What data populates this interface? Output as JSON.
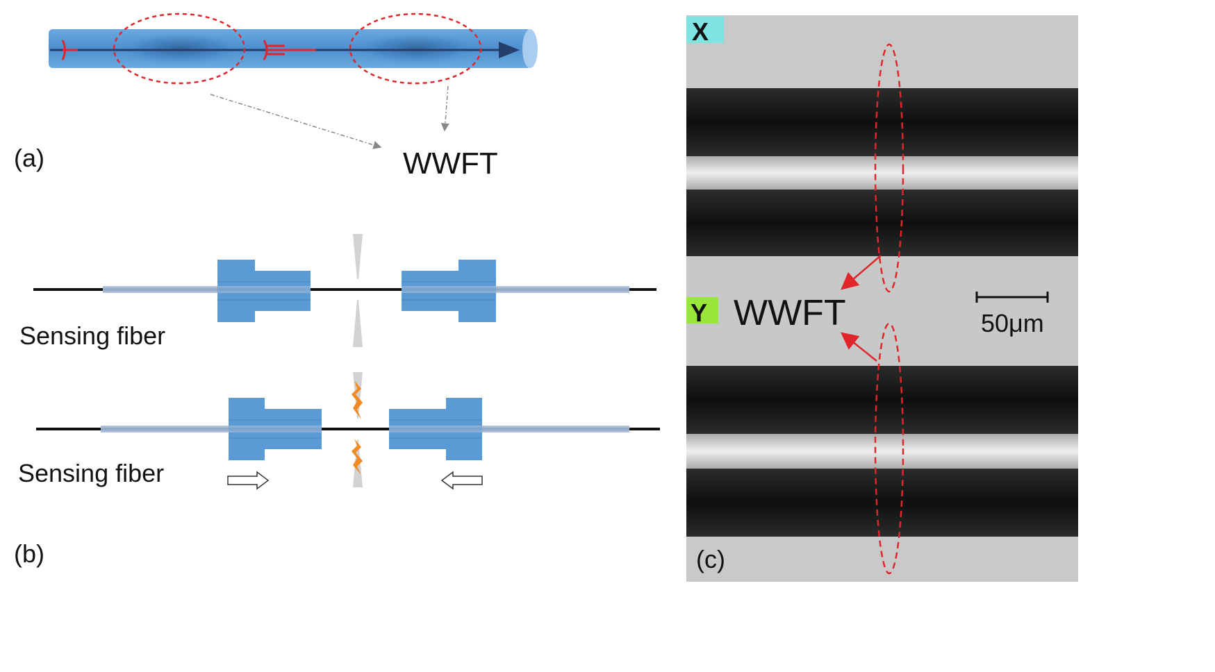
{
  "panel_a": {
    "label": "(a)",
    "callout": "WWFT"
  },
  "panel_b": {
    "label": "(b)",
    "top_caption": "Sensing fiber",
    "bottom_caption": "Sensing fiber"
  },
  "panel_c": {
    "label": "(c)",
    "axis_x": "X",
    "axis_y": "Y",
    "callout": "WWFT",
    "scale_bar": "50μm"
  },
  "colors": {
    "fiber_blue": "#5b9bd5",
    "clamp_blue": "#5b9bd5",
    "highlight_red": "#e0262b",
    "arc_orange": "#f08a24",
    "x_badge": "#7fe3e3",
    "y_badge": "#9ae63a"
  }
}
